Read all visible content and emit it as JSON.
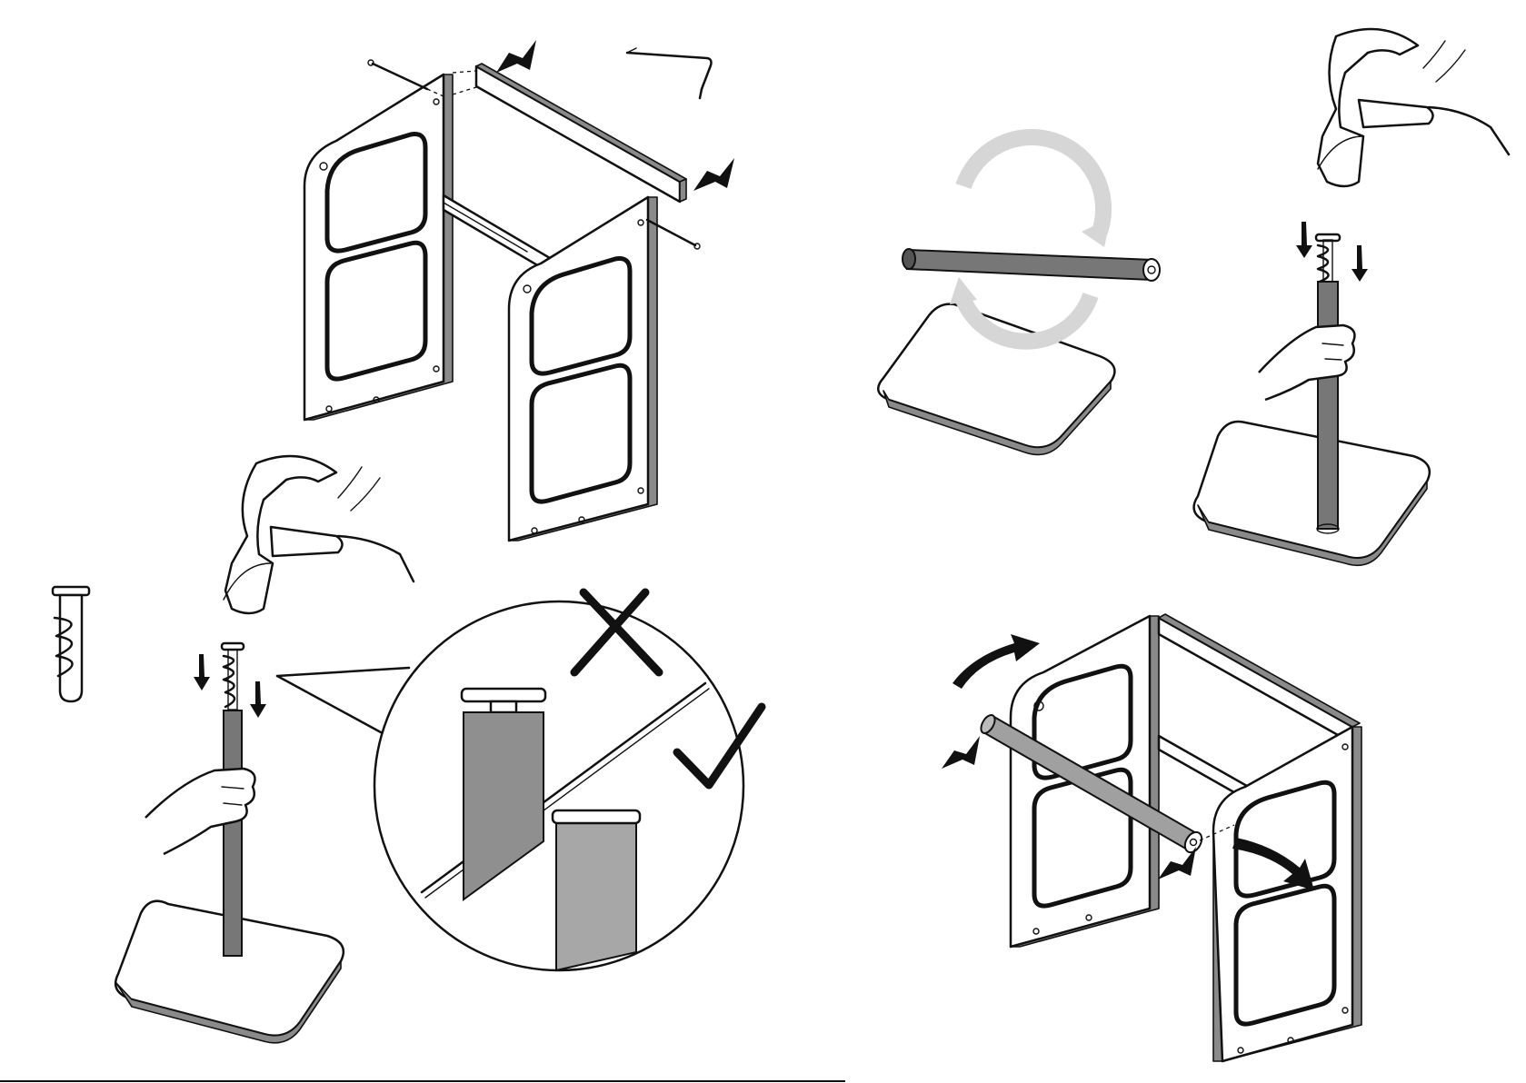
{
  "document": {
    "type": "assembly-instruction-sheet",
    "text": []
  },
  "colors": {
    "ink": "#111111",
    "board_edge": "#8a8a8a",
    "rod": "#777777",
    "rotation_arrow": "#d6d6d6",
    "paper": "#ffffff"
  },
  "steps": [
    {
      "id": "frame-assembly",
      "icons": [
        "side-panel-icon",
        "top-rail-icon",
        "screw-icon",
        "allen-key-icon",
        "push-arrow-icon"
      ]
    },
    {
      "id": "rotate-rod",
      "icons": [
        "rod-icon",
        "rotation-arrow-icon",
        "base-plate-icon"
      ]
    },
    {
      "id": "hammer-dowel-in-rod",
      "icons": [
        "hammer-icon",
        "hand-icon",
        "dowel-icon",
        "rod-icon",
        "base-plate-icon"
      ]
    },
    {
      "id": "dowel-detail",
      "icons": [
        "dowel-icon",
        "hammer-icon",
        "hand-icon",
        "wrong-cross-icon",
        "correct-check-icon"
      ]
    },
    {
      "id": "insert-rod-into-frame",
      "icons": [
        "frame-icon",
        "rod-icon",
        "push-arrow-icon"
      ]
    }
  ]
}
